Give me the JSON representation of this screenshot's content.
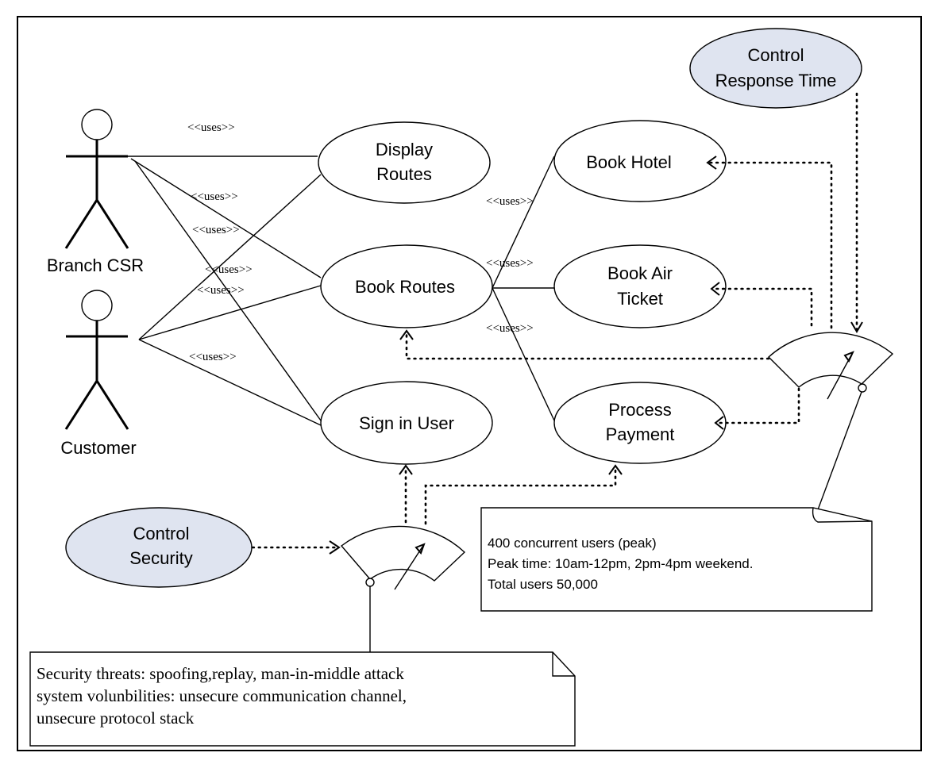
{
  "actors": {
    "branch_csr": "Branch CSR",
    "customer": "Customer"
  },
  "use_cases": {
    "display_routes": [
      "Display",
      "Routes"
    ],
    "book_routes": "Book Routes",
    "sign_in_user": "Sign in User",
    "book_hotel": "Book Hotel",
    "book_air_ticket": [
      "Book Air",
      "Ticket"
    ],
    "process_payment": [
      "Process",
      "Payment"
    ]
  },
  "nonfunctional": {
    "control_response_time": [
      "Control",
      "Response Time"
    ],
    "control_security": [
      "Control",
      "Security"
    ],
    "fill_color": "#dfe4f0"
  },
  "relationship_label": "<<uses>>",
  "notes": {
    "performance": [
      "400 concurrent users (peak)",
      "Peak time: 10am-12pm, 2pm-4pm weekend.",
      "Total users 50,000"
    ],
    "security": [
      "Security threats: spoofing,replay, man-in-middle attack",
      "system volunbilities: unsecure communication channel,",
      "unsecure protocol stack"
    ]
  }
}
